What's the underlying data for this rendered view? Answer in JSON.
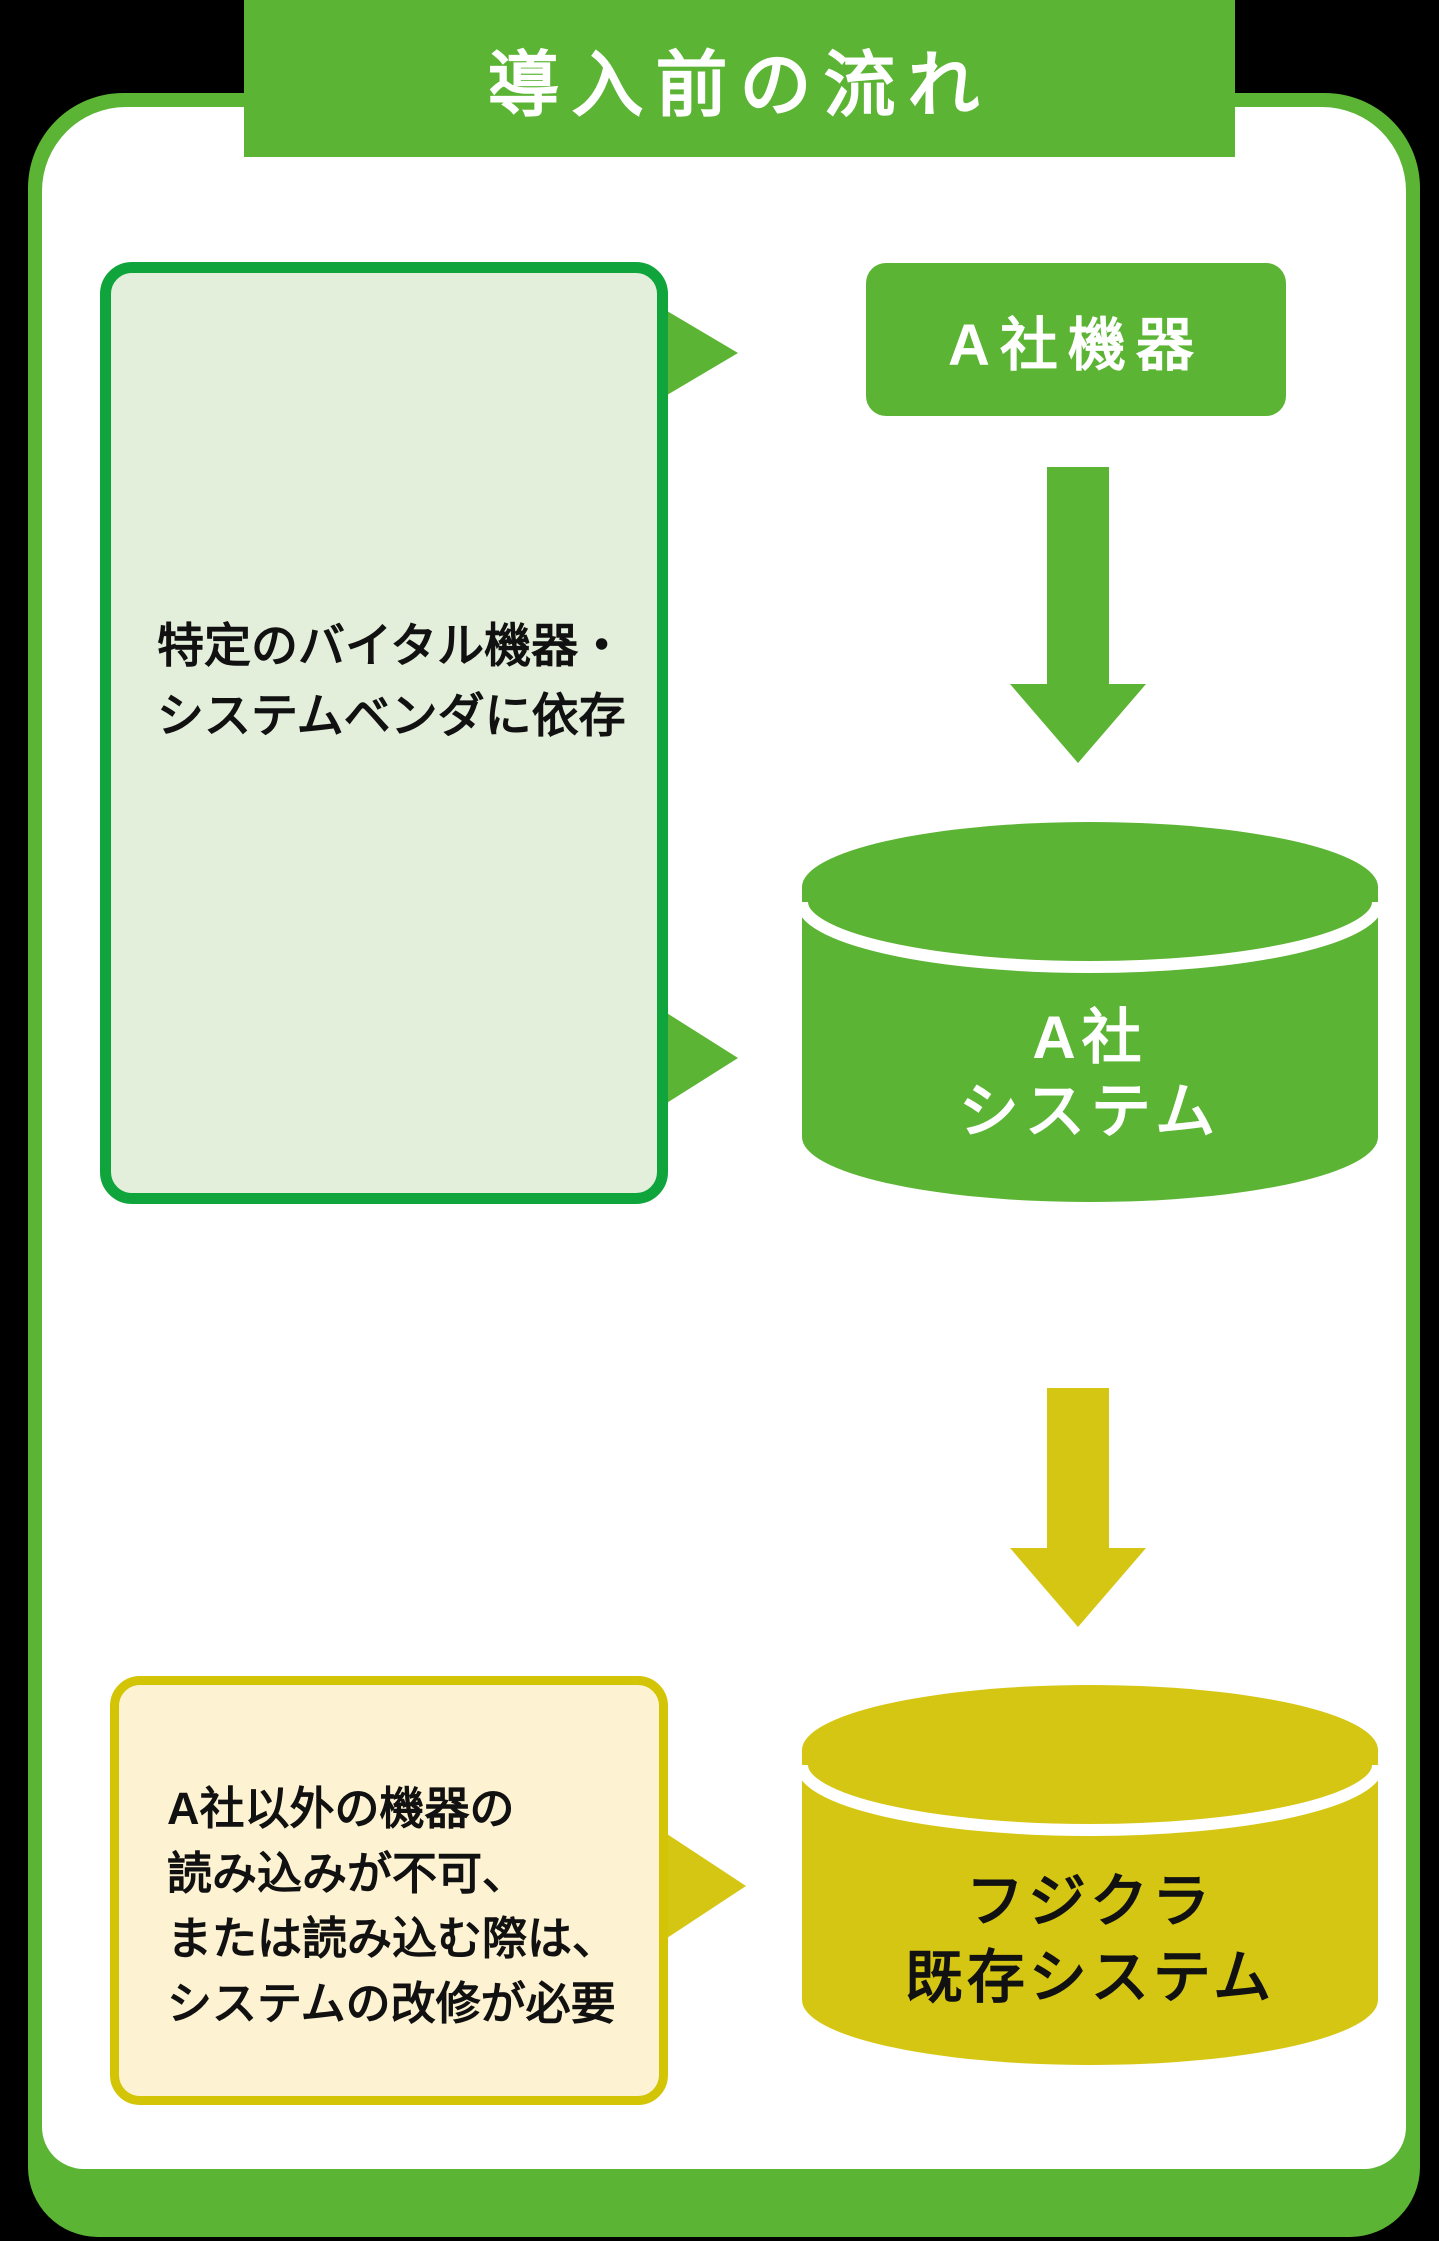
{
  "header": {
    "title": "導入前の流れ"
  },
  "flow": {
    "callout_top": {
      "text": "特定のバイタル機器・\nシステムベンダに依存"
    },
    "device_box": {
      "label": "A社機器"
    },
    "system_cylinder": {
      "label": "A社\nシステム"
    },
    "callout_bottom": {
      "text": "A社以外の機器の\n読み込みが不可、\nまたは読み込む際は、\nシステムの改修が必要"
    },
    "fujikura_cylinder": {
      "label": "フジクラ\n既存システム"
    }
  },
  "colors": {
    "green": "#5bb433",
    "green_border": "#10a53c",
    "green_light": "#e3efdb",
    "yellow": "#d6c614",
    "yellow_light": "#fdf3d2",
    "yellow_border": "#d3c405",
    "white": "#ffffff",
    "text_dark": "#111111",
    "background": "#000000"
  }
}
